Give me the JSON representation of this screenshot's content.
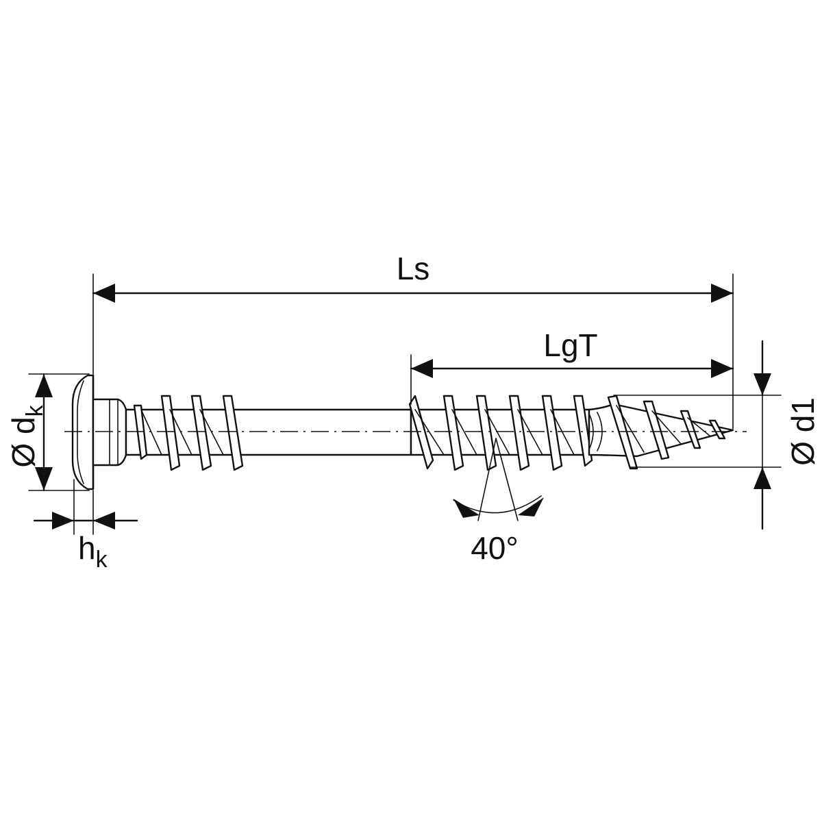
{
  "labels": {
    "overall_length": "Ls",
    "thread_length": "LgT",
    "head_diameter_symbol": "Ø d",
    "head_diameter_subscript": "k",
    "head_height_symbol": "h",
    "head_height_subscript": "k",
    "thread_diameter": "Ø d1",
    "thread_angle": "40°"
  }
}
